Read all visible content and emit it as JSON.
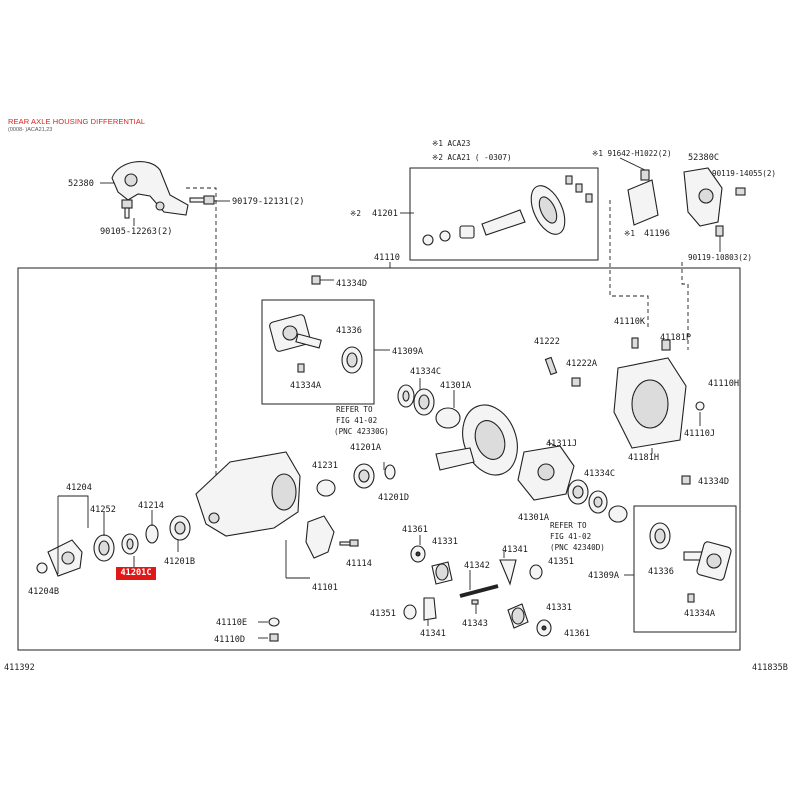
{
  "header": {
    "title": "REAR AXLE HOUSING DIFFERENTIAL",
    "subtitle": "(0008- )ACA21,23"
  },
  "footer": {
    "left_code": "411392",
    "right_code": "411835B"
  },
  "notes": {
    "aca23": "※1 ACA23",
    "aca21": "※2 ACA21 (     -0307)",
    "star1_91642": "※1 91642-H1022(2)",
    "star1_41196": "※1",
    "star2_41201": "※2",
    "refer1_a": "REFER TO",
    "refer1_b": "FIG 41-02",
    "refer1_c": "(PNC 42330G)",
    "refer2_a": "REFER TO",
    "refer2_b": "FIG 41-02",
    "refer2_c": "(PNC 42340D)"
  },
  "parts": {
    "p52380": "52380",
    "p90105": "90105-12263(2)",
    "p90179": "90179-12131(2)",
    "p41201": "41201",
    "p41196": "41196",
    "p52380C": "52380C",
    "p90119a": "90119-14055(2)",
    "p90119b": "90119-10803(2)",
    "p41110": "41110",
    "p41334D_top": "41334D",
    "p41336_top": "41336",
    "p41309A_top": "41309A",
    "p41334A_top": "41334A",
    "p41334C_top": "41334C",
    "p41301A_top": "41301A",
    "p41222": "41222",
    "p41222A": "41222A",
    "p41110K": "41110K",
    "p41181P": "41181P",
    "p41110H": "41110H",
    "p41110J": "41110J",
    "p41181H": "41181H",
    "p41311J": "41311J",
    "p41334C_r": "41334C",
    "p41301A_r": "41301A",
    "p41334D_r": "41334D",
    "p41309A_r": "41309A",
    "p41336_r": "41336",
    "p41334A_r": "41334A",
    "p41201A": "41201A",
    "p41231": "41231",
    "p41201D": "41201D",
    "p41204": "41204",
    "p41252": "41252",
    "p41214": "41214",
    "p41201B": "41201B",
    "p41201C": "41201C",
    "p41204B": "41204B",
    "p41101": "41101",
    "p41114": "41114",
    "p41110E": "41110E",
    "p41110D": "41110D",
    "p41361a": "41361",
    "p41331a": "41331",
    "p41341a": "41341",
    "p41351a": "41351",
    "p41342": "41342",
    "p41343": "41343",
    "p41351b": "41351",
    "p41341b": "41341",
    "p41331b": "41331",
    "p41361b": "41361"
  },
  "colors": {
    "highlight": "#e01818",
    "title": "#e02020",
    "line": "#222222"
  }
}
